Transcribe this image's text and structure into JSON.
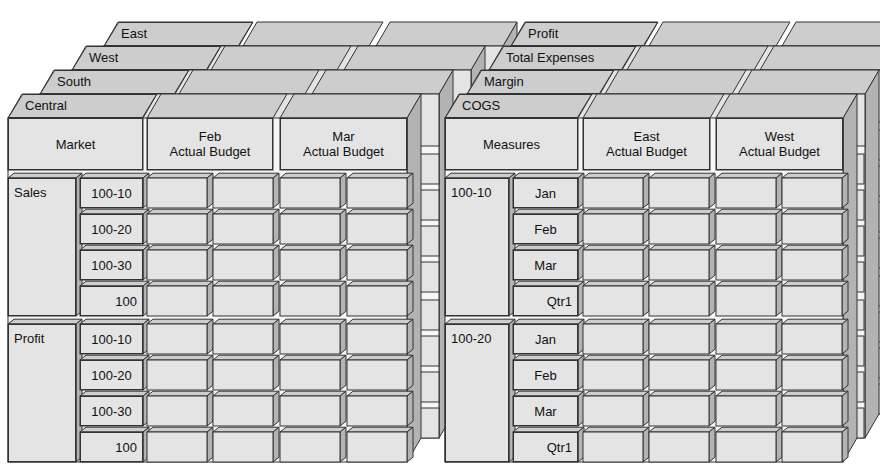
{
  "diagram": {
    "nodes": [
      {
        "text": [
          "East"
        ]
      },
      {
        "text": [
          "West"
        ]
      },
      {
        "text": [
          "South"
        ]
      },
      {
        "text": [
          "Central"
        ]
      },
      {
        "text": [
          "Market"
        ]
      },
      {
        "text": [
          "Feb",
          "Actual Budget"
        ]
      },
      {
        "text": [
          "Mar",
          "Actual Budget"
        ]
      },
      {
        "text": [
          "Sales"
        ]
      },
      {
        "text": [
          "100-10"
        ]
      },
      {
        "text": [
          "100-20"
        ]
      },
      {
        "text": [
          "100-30"
        ]
      },
      {
        "text": [
          "100"
        ]
      },
      {
        "text": [
          "Profit"
        ]
      },
      {
        "text": [
          "100-10"
        ]
      },
      {
        "text": [
          "100-20"
        ]
      },
      {
        "text": [
          "100-30"
        ]
      },
      {
        "text": [
          "100"
        ]
      },
      {
        "text": [
          "Profit"
        ]
      },
      {
        "text": [
          "Total Expenses"
        ]
      },
      {
        "text": [
          "Margin"
        ]
      },
      {
        "text": [
          "COGS"
        ]
      },
      {
        "text": [
          "Measures"
        ]
      },
      {
        "text": [
          "East",
          "Actual Budget"
        ]
      },
      {
        "text": [
          "West",
          "Actual Budget"
        ]
      },
      {
        "text": [
          "100-10"
        ]
      },
      {
        "text": [
          "Jan"
        ]
      },
      {
        "text": [
          "Feb"
        ]
      },
      {
        "text": [
          "Mar"
        ]
      },
      {
        "text": [
          "Qtr1"
        ]
      },
      {
        "text": [
          "100-20"
        ]
      },
      {
        "text": [
          "Jan"
        ]
      },
      {
        "text": [
          "Feb"
        ]
      },
      {
        "text": [
          "Mar"
        ]
      },
      {
        "text": [
          "Qtr1"
        ]
      }
    ]
  }
}
